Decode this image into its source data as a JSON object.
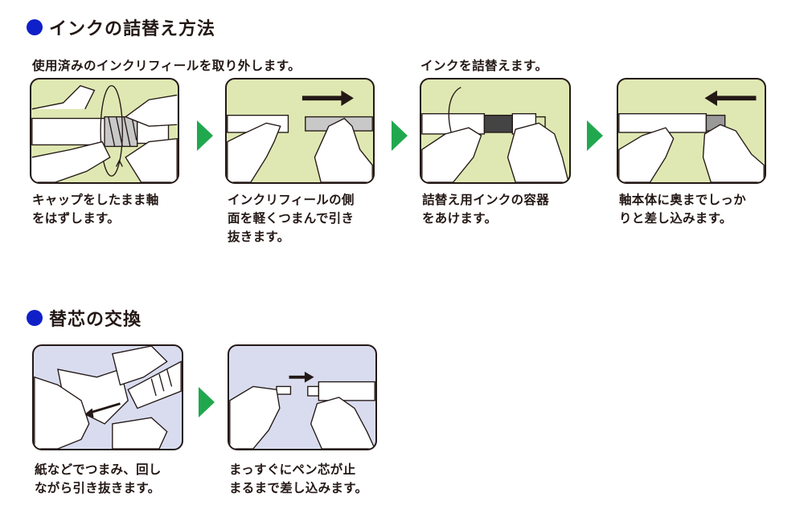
{
  "colors": {
    "bullet": "#1020c8",
    "arrow": "#21a84f",
    "panel_green": "#dfe8b2",
    "panel_blue": "#d9dcef",
    "ink": "#231815"
  },
  "ink_section": {
    "title": "インクの詰替え方法",
    "step_group_1_title": "使用済みのインクリフィールを取り外します。",
    "step_group_2_title": "インクを詰替えます。",
    "steps": [
      {
        "caption_line1": "キャップをしたまま軸",
        "caption_line2": "をはずします。",
        "caption_line3": ""
      },
      {
        "caption_line1": "インクリフィールの側",
        "caption_line2": "面を軽くつまんで引き",
        "caption_line3": "抜きます。"
      },
      {
        "caption_line1": "詰替え用インクの容器",
        "caption_line2": "をあけます。",
        "caption_line3": ""
      },
      {
        "caption_line1": "軸本体に奥までしっか",
        "caption_line2": "りと差し込みます。",
        "caption_line3": ""
      }
    ]
  },
  "nib_section": {
    "title": "替芯の交換",
    "steps": [
      {
        "caption_line1": "紙などでつまみ、回し",
        "caption_line2": "ながら引き抜きます。"
      },
      {
        "caption_line1": "まっすぐにペン芯が止",
        "caption_line2": "まるまで差し込みます。"
      }
    ]
  }
}
